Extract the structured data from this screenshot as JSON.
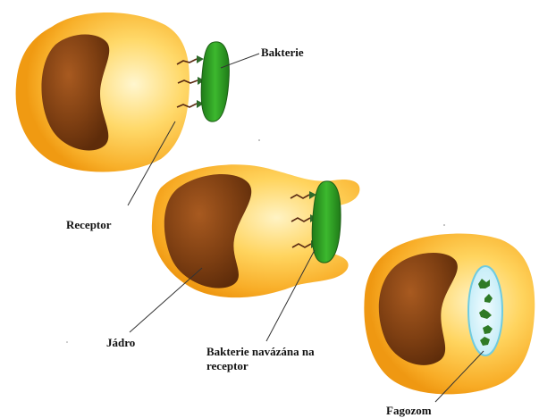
{
  "labels": {
    "bacterium": "Bakterie",
    "receptor": "Receptor",
    "nucleus": "Jádro",
    "bound_line1": "Bakterie navázána na",
    "bound_line2": "receptor",
    "phagosome": "Fagozom"
  },
  "colors": {
    "cell_edge": "#f5a21a",
    "cell_center": "#fff6cf",
    "nucleus": "#7b3d12",
    "bacterium": "#2f9d24",
    "receptor_head": "#2f6b2a",
    "receptor_stalk": "#5a2a12",
    "phagosome_fill": "#dff6fb",
    "phagosome_edge": "#7fd3e6",
    "leader_line": "#333333"
  }
}
